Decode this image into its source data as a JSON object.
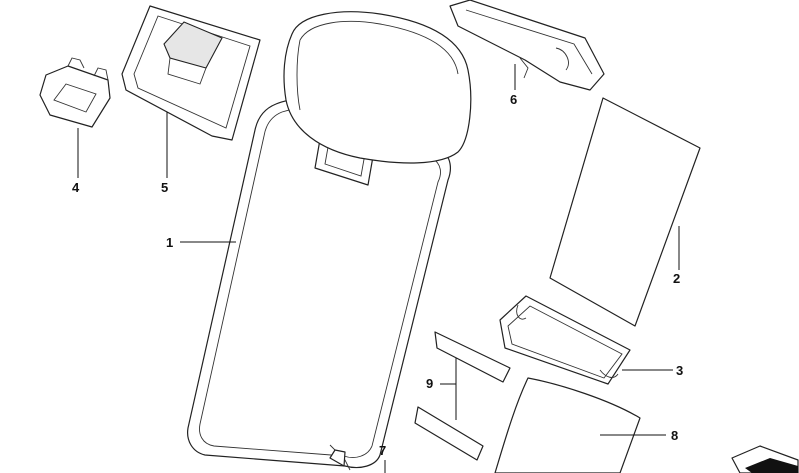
{
  "callouts": [
    {
      "id": "1",
      "text": "1"
    },
    {
      "id": "2",
      "text": "2"
    },
    {
      "id": "3",
      "text": "3"
    },
    {
      "id": "4",
      "text": "4"
    },
    {
      "id": "5",
      "text": "5"
    },
    {
      "id": "6",
      "text": "6"
    },
    {
      "id": "7",
      "text": "7"
    },
    {
      "id": "8",
      "text": "8"
    },
    {
      "id": "9",
      "text": "9"
    }
  ],
  "colors": {
    "stroke": "#222222",
    "fill": "#ffffff",
    "logo_fill": "#111111"
  },
  "icons": [
    "parts-diagram-logo-icon"
  ]
}
